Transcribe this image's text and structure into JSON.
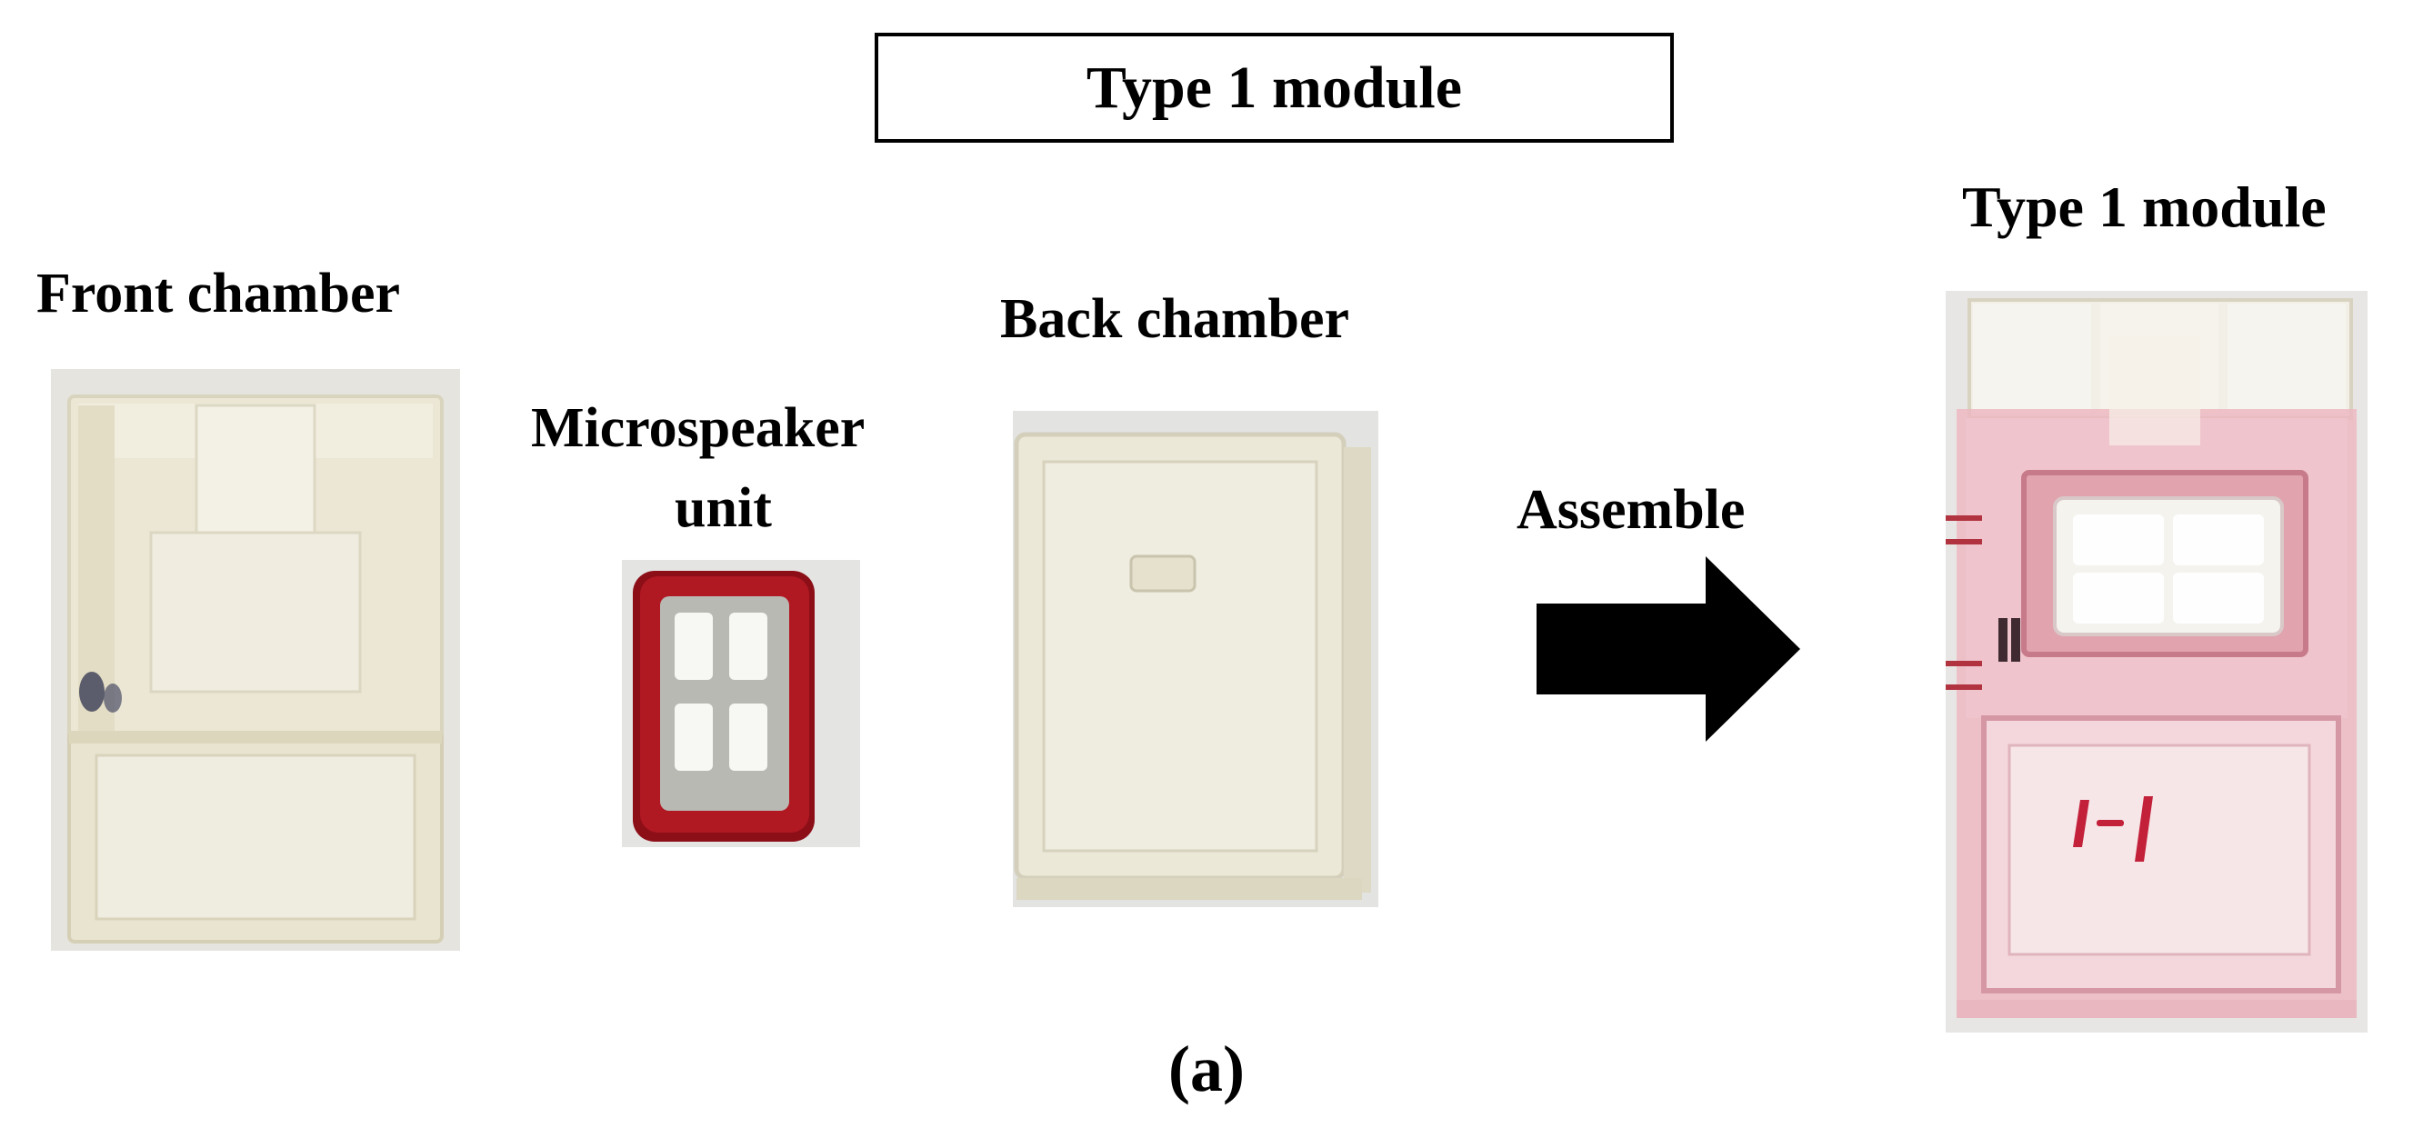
{
  "title_box": "Type 1 module",
  "labels": {
    "front_chamber": "Front chamber",
    "microspeaker_line1": "Microspeaker",
    "microspeaker_line2": "unit",
    "back_chamber": "Back chamber",
    "assemble": "Assemble",
    "assembled_module": "Type 1 module",
    "handwritten_mark": "1-1"
  },
  "caption": "(a)",
  "colors": {
    "resin": "#ece8d6",
    "speaker_frame": "#b01822",
    "speaker_plate": "#b9b9b4",
    "pink_stain": "#e9889a",
    "arrow": "#000000"
  }
}
